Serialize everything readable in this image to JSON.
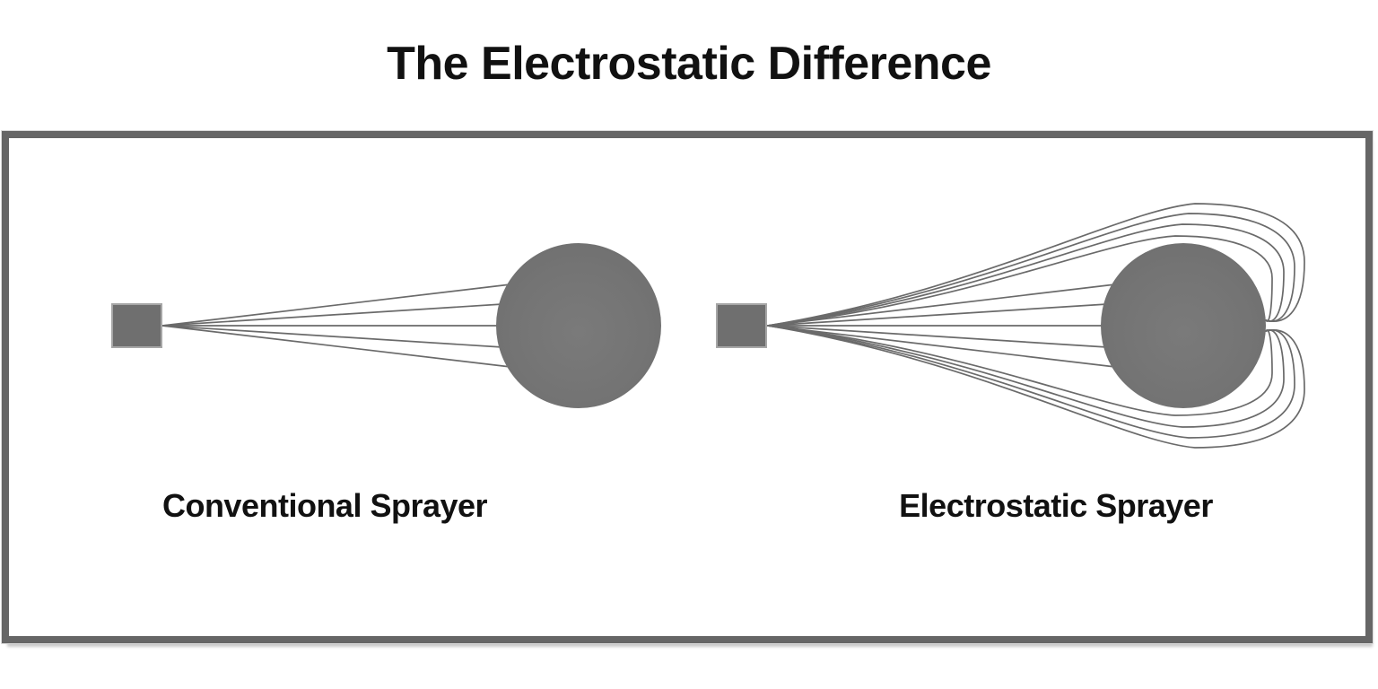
{
  "title": "The Electrostatic Difference",
  "figures": {
    "conventional": {
      "label": "Conventional Sprayer",
      "spray_line_count": 5,
      "wraparound_line_count": 0
    },
    "electrostatic": {
      "label": "Electrostatic Sprayer",
      "spray_line_count": 5,
      "wraparound_line_count": 8
    }
  },
  "colors": {
    "background": "#ffffff",
    "panel_border": "#666666",
    "panel_shadow": "#d9d9d9",
    "title_text": "#111111",
    "label_text": "#111111",
    "spray_line": "#6a6a6a",
    "sphere_center": "#7a7a7a",
    "sphere_edge": "#6d6d6d",
    "nozzle_fill": "#6f6f6f",
    "nozzle_border": "#a6a6a6"
  }
}
